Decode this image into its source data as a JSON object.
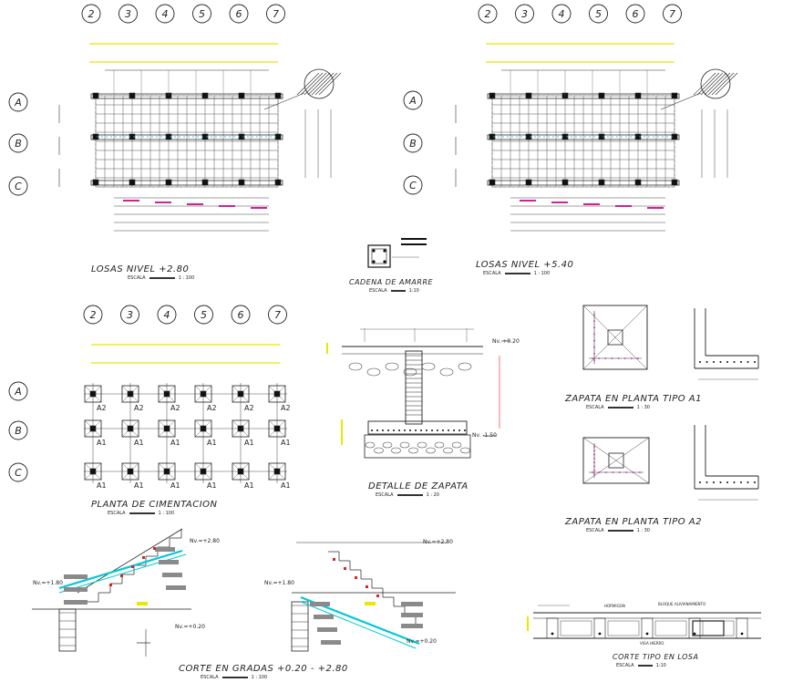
{
  "axis_numbers": [
    "2",
    "3",
    "4",
    "5",
    "6",
    "7"
  ],
  "axis_letters": [
    "A",
    "B",
    "C"
  ],
  "titles": {
    "losas_280": "LOSAS  NIVEL  +2.80",
    "losas_540": "LOSAS  NIVEL  +5.40",
    "cadena": "CADENA  DE  AMARRE",
    "cimentacion": "PLANTA  DE  CIMENTACION",
    "detalle_zapata": "DETALLE  DE  ZAPATA",
    "zapata_a1": "ZAPATA  EN  PLANTA  TIPO  A1",
    "zapata_a2": "ZAPATA  EN  PLANTA  TIPO  A2",
    "corte_gradas": "CORTE  EN  GRADAS  +0.20  -  +2.80",
    "corte_losa": "CORTE  TIPO  EN  LOSA"
  },
  "scale_word": "ESCALA",
  "scales": {
    "s100": "1 : 100",
    "s20": "1 : 20",
    "s30": "1 : 30",
    "s10": "1:10"
  },
  "levels": {
    "nv_020": "Nv. +0.20",
    "nv_neg150": "Nv. -1.50",
    "nv_280": "Nv.=+2.80",
    "nv_180": "Nv.=+1.80",
    "nv_020b": "Nv.=+0.20"
  },
  "footing_types": [
    "A2",
    "A1",
    "A1"
  ],
  "losa_labels": {
    "hormigon": "HORMIGON",
    "bloque": "BLOQUE ALIVIANAMIENTO",
    "viga": "VIGA HIERRO"
  },
  "colors": {
    "line": "#222222",
    "cyan": "#00c8d8",
    "magenta": "#d0209a",
    "yellow": "#e8e800",
    "red": "#dd2222",
    "grey": "#8a8a8a"
  }
}
